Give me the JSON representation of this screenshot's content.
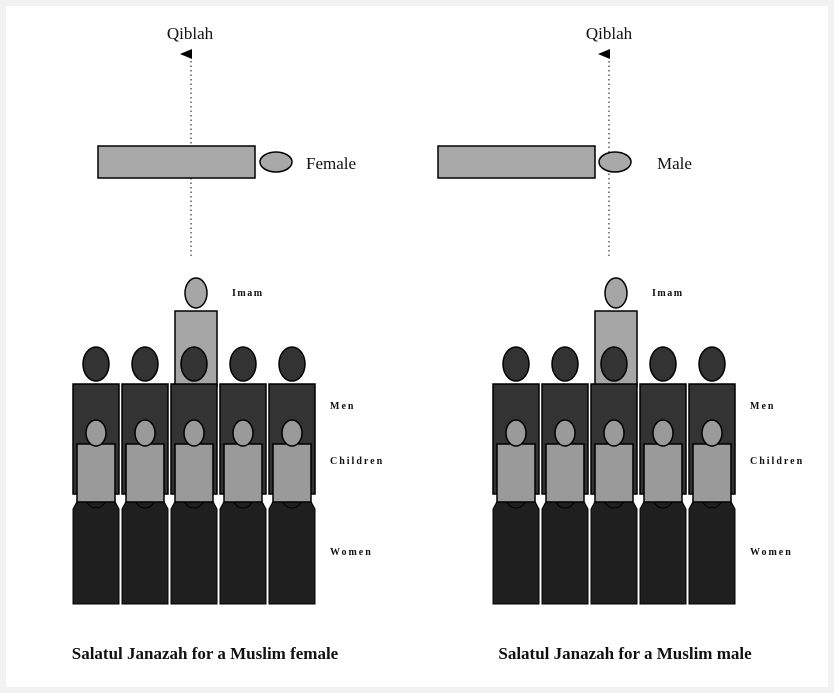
{
  "panels": [
    {
      "id": "female",
      "qiblah_label": "Qiblah",
      "deceased_label": "Female",
      "imam_label": "Imam",
      "row_labels": {
        "men": "Men",
        "children": "Children",
        "women": "Women"
      },
      "caption": "Salatul Janazah for a Muslim female"
    },
    {
      "id": "male",
      "qiblah_label": "Qiblah",
      "deceased_label": "Male",
      "imam_label": "Imam",
      "row_labels": {
        "men": "Men",
        "children": "Children",
        "women": "Women"
      },
      "caption": "Salatul Janazah for a Muslim male"
    }
  ],
  "people_per_row": 5,
  "colors": {
    "men": "#333333",
    "women": "#1f1f1f",
    "children": "#9a9a9a",
    "imam": "#a6a6a6",
    "bier": "#a8a8a8",
    "outline": "#000000",
    "background": "#ffffff"
  }
}
